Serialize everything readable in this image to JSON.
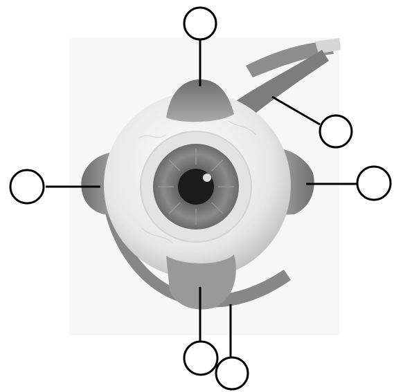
{
  "figure": {
    "subject": "eye-with-extraocular-muscles",
    "style": "grayscale-illustration",
    "callouts": [
      {
        "id": "top",
        "label": ""
      },
      {
        "id": "upper-right",
        "label": ""
      },
      {
        "id": "left",
        "label": ""
      },
      {
        "id": "right",
        "label": ""
      },
      {
        "id": "bottom-left",
        "label": ""
      },
      {
        "id": "bottom-right",
        "label": ""
      }
    ]
  },
  "colors": {
    "background": "#ffffff",
    "muscle": "#8e8e8e",
    "muscle_dark": "#6a6a6a",
    "sclera": "#ececec",
    "iris": "#7a7a7a",
    "pupil": "#1b1b1b",
    "callout_stroke": "#000000"
  }
}
